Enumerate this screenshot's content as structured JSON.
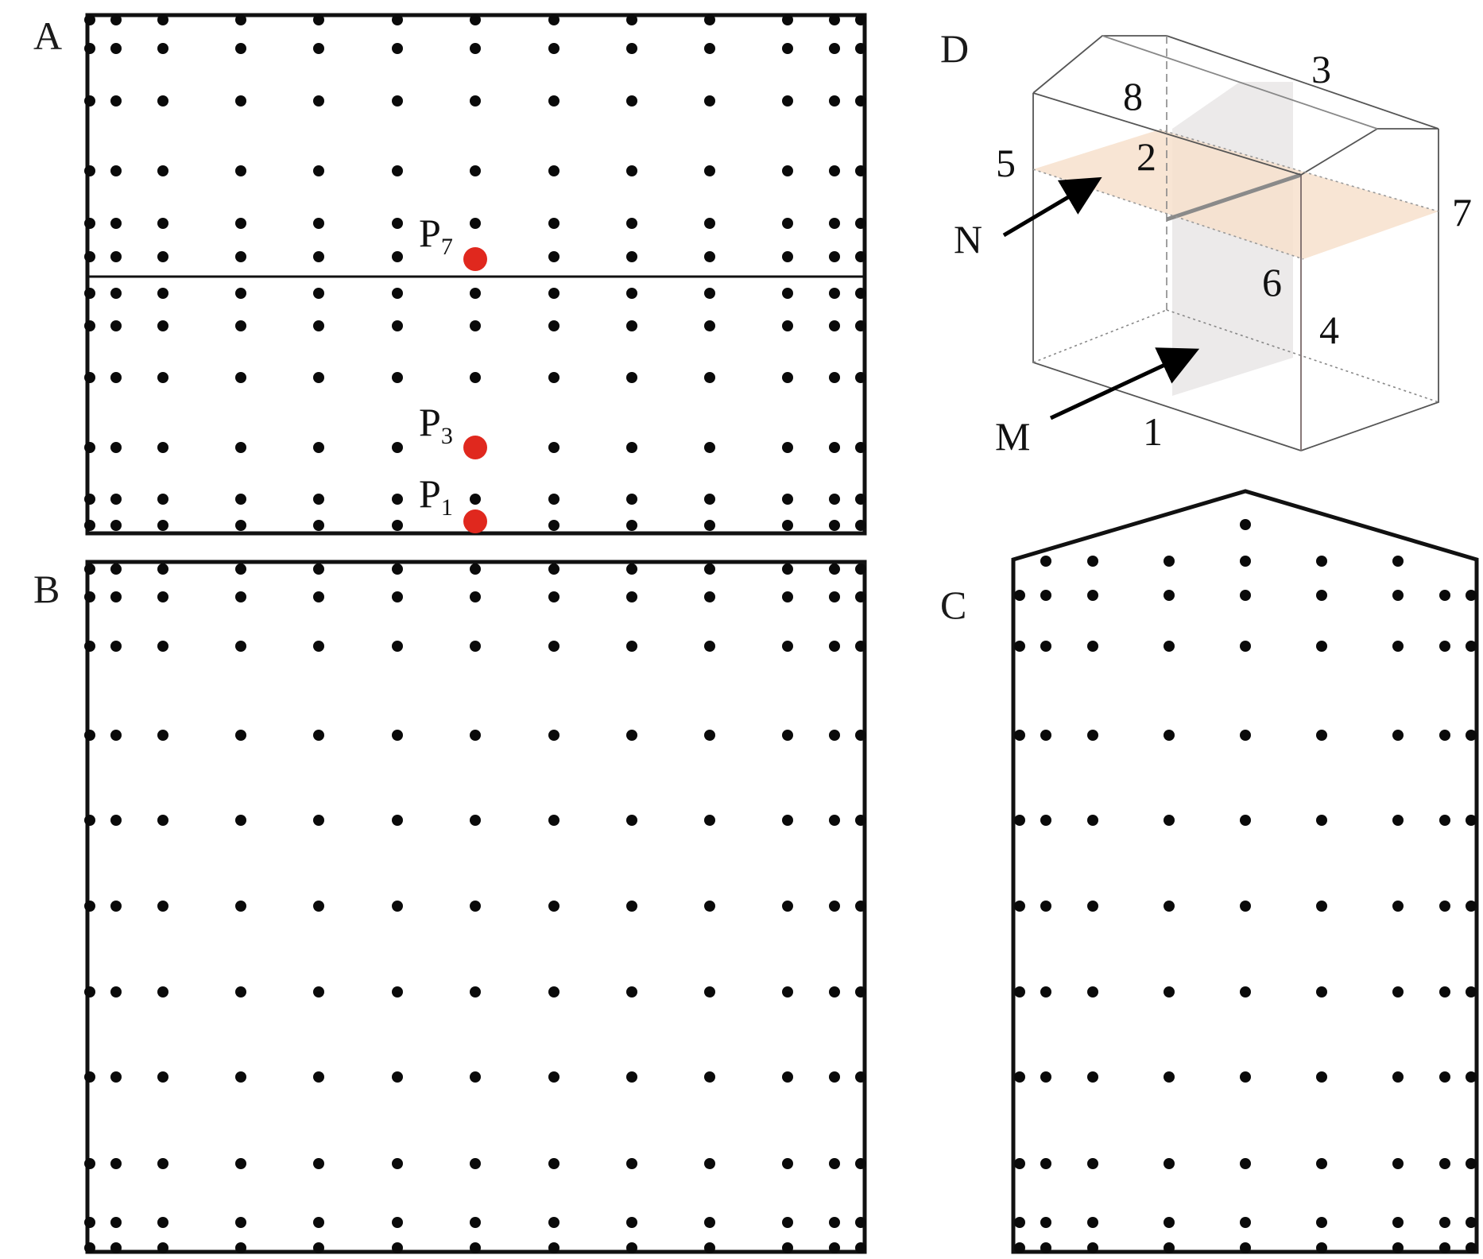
{
  "figure": {
    "panels": {
      "A": {
        "label": "A"
      },
      "B": {
        "label": "B"
      },
      "C": {
        "label": "C"
      },
      "D": {
        "label": "D"
      }
    },
    "measuring_points": [
      {
        "letter": "P",
        "subscript": "7"
      },
      {
        "letter": "P",
        "subscript": "3"
      },
      {
        "letter": "P",
        "subscript": "1"
      }
    ],
    "model_labels": {
      "n1": "1",
      "n2": "2",
      "n3": "3",
      "n4": "4",
      "n5": "5",
      "n6": "6",
      "n7": "7",
      "n8": "8",
      "plane_m": "M",
      "plane_n": "N"
    },
    "colors": {
      "dots": "#0a0a0a",
      "measuring_points": "#e0281e",
      "plane_n": "#f7e0cc",
      "plane_m": "#e6e3e3",
      "frame": "#111111"
    }
  }
}
